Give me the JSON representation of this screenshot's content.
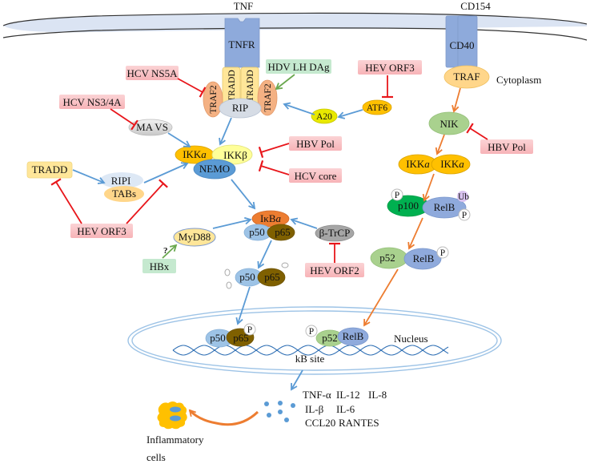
{
  "title": "NF-kB signaling pathways targeted by hepatitis viruses",
  "colors": {
    "membrane_fill": "#dbe4f3",
    "membrane_stroke": "#333333",
    "receptor": "#8eaadb",
    "activate_arrow": "#5b9bd5",
    "noncanonical_arrow": "#ed7d31",
    "inhibit": "#e8161b",
    "virus_box": "#f9c4c7",
    "green_box": "#c5e9cf",
    "green_arrow": "#6aa84f",
    "traf2": "#f4b183",
    "tradd": "#ffe699",
    "ikk": "#ffc000",
    "nemo": "#5b9bd5",
    "ikbb": "#dde8f5",
    "ikba": "#ed7d31",
    "p50": "#9dc3e6",
    "p65": "#7f6000",
    "p100": "#00b050",
    "relb": "#8faadc",
    "p52": "#a9d18e",
    "ub": "#d9c3f0",
    "a20": "#e8e800",
    "nucleus": "#9dc3e6"
  },
  "regions": {
    "ligand_tnf": "TNF",
    "ligand_cd154": "CD154",
    "cytoplasm": "Cytoplasm",
    "nucleus": "Nucleus",
    "kb_site": "kB site"
  },
  "receptors": {
    "tnfr": "TNFR",
    "cd40": "CD40"
  },
  "nodes": {
    "traf2_left": "TRAF2",
    "traf2_right": "TRAF2",
    "tradd_1": "TRADD",
    "tradd_2": "TRADD",
    "rip": "RIP",
    "a20": "A20",
    "atf6": "ATF6",
    "mavs": "MA VS",
    "ikka": "IKK",
    "ikka_suffix": "a",
    "ikkb": "IKKβ",
    "nemo": "NEMO",
    "tradd_left": "TRADD",
    "ripi": "RIPI",
    "tabs": "TABs",
    "ikba": "IκB",
    "ikba_suffix": "a",
    "p50_a": "p50",
    "p65_a": "p65",
    "myd88": "MyD88",
    "question": "?",
    "btrcp": "β-TrCP",
    "p50_b": "p50",
    "p65_b": "p65",
    "p50_n": "p50",
    "p65_n": "p65",
    "p_n1": "P",
    "traf": "TRAF",
    "nik": "NIK",
    "ikka_r1": "IKK",
    "ikka_r2": "IKK",
    "p_1": "P",
    "p100": "p100",
    "relb_1": "RelB",
    "ub": "Ub",
    "p_2": "P",
    "p52": "p52",
    "relb_2": "RelB",
    "p_3": "P",
    "p_n2": "P",
    "p52_n": "p52",
    "relb_n": "RelB"
  },
  "viral_factors": {
    "hcv_ns5a": "HCV NS5A",
    "hdv_lh_dag": "HDV LH DAg",
    "hev_orf3_top": "HEV ORF3",
    "hcv_ns34a": "HCV NS3/4A",
    "hbv_pol_left": "HBV Pol",
    "hcv_core": "HCV core",
    "hev_orf3_left": "HEV ORF3",
    "hbx": "HBx",
    "hev_orf2": "HEV ORF2",
    "hbv_pol_right": "HBV Pol"
  },
  "cytokines": {
    "row1": [
      "TNF-α",
      "IL-12",
      "IL-8"
    ],
    "row2": [
      "IL-β",
      "IL-6"
    ],
    "row3": [
      "CCL20",
      "RANTES"
    ]
  },
  "cells": {
    "line1": "Inflammatory",
    "line2": "cells"
  }
}
